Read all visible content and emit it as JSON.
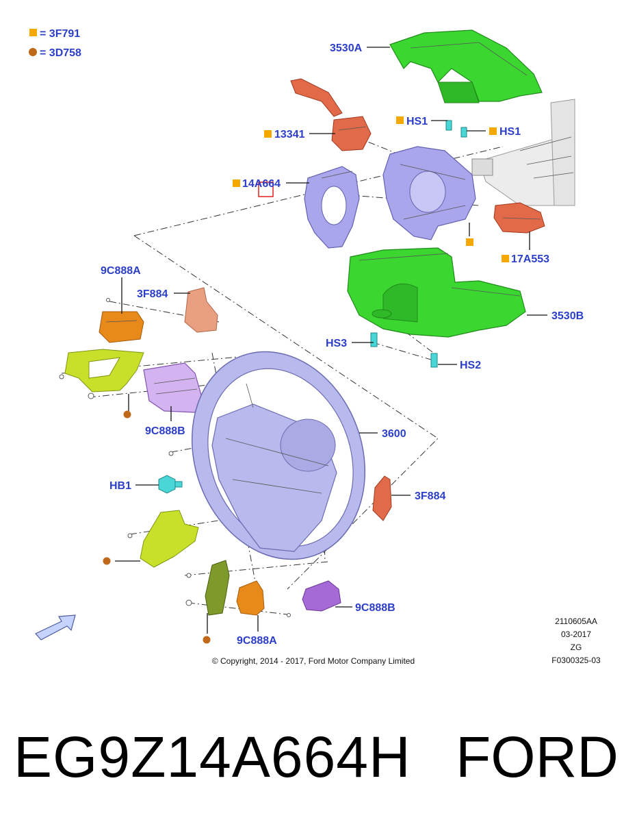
{
  "legend": [
    {
      "marker": "square",
      "color": "#f5a800",
      "text": "= 3F791"
    },
    {
      "marker": "circle",
      "color": "#c1691b",
      "text": "= 3D758"
    }
  ],
  "callouts": {
    "c3530A": "3530A",
    "c13341": "13341",
    "c14A664": "14A664",
    "hs1a": "HS1",
    "hs1b": "HS1",
    "c17A553": "17A553",
    "c9C888A_top": "9C888A",
    "c3F884_top": "3F884",
    "c3530B": "3530B",
    "hs3": "HS3",
    "hs2": "HS2",
    "c9C888B_left": "9C888B",
    "c3600": "3600",
    "hb1": "HB1",
    "c3F884_right": "3F884",
    "c9C888B_bottom": "9C888B",
    "c9C888A_bottom": "9C888A"
  },
  "drawing_info": [
    "2110605AA",
    "03-2017",
    "ZG",
    "F0300325-03"
  ],
  "copyright": "© Copyright, 2014 - 2017, Ford Motor Company Limited",
  "part_number": "EG9Z14A664H",
  "brand": "FORD",
  "colors": {
    "label_blue": "#2b3ec9",
    "shroud_green": "#3bd630",
    "switch_red": "#e26a48",
    "clockspring_lavender": "#a9a6ec",
    "wheel_lavender": "#b8b9ec",
    "orange_switch": "#e88a1a",
    "yellow_green": "#c8e02a",
    "purple_bezel": "#a66ad6",
    "cyan_screw": "#4ad6d6",
    "highlight_red": "#e02020"
  }
}
